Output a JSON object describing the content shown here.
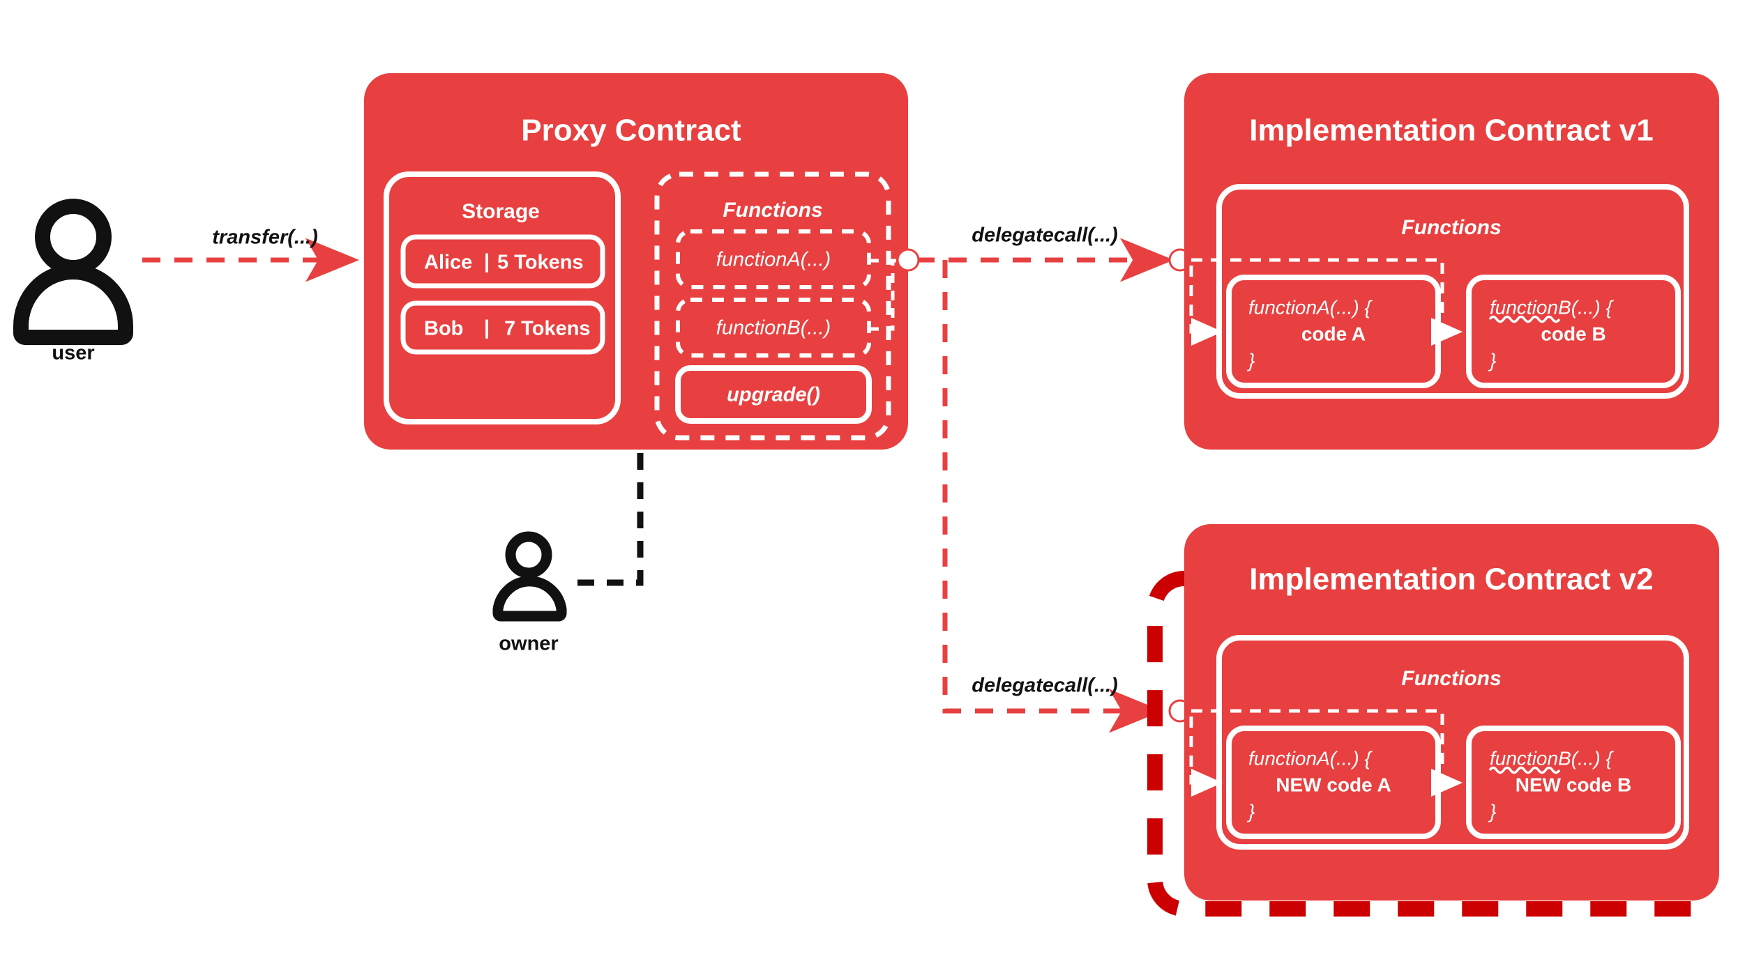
{
  "colors": {
    "brand_red": "#E84040",
    "highlight_red": "#CC0000",
    "white": "#FFFFFF",
    "black": "#111111",
    "background": "#FFFFFF"
  },
  "actors": [
    {
      "id": "user",
      "label": "user",
      "icon": "person-icon"
    },
    {
      "id": "owner",
      "label": "owner",
      "icon": "person-icon"
    }
  ],
  "edges": [
    {
      "id": "transfer",
      "label": "transfer(...)",
      "style": "dashed-red",
      "from": "user",
      "to": "proxy-contract"
    },
    {
      "id": "delegatecall-v1",
      "label": "delegatecall(...)",
      "style": "dashed-red",
      "from": "proxy-contract",
      "to": "implementation-v1"
    },
    {
      "id": "delegatecall-v2",
      "label": "delegatecall(...)",
      "style": "dashed-red",
      "from": "proxy-contract",
      "to": "implementation-v2"
    },
    {
      "id": "upgrade-call",
      "label": "",
      "style": "dashed-black",
      "from": "owner",
      "to": "upgrade-function"
    }
  ],
  "proxy": {
    "title": "Proxy Contract",
    "storage": {
      "title": "Storage",
      "rows": [
        {
          "name": "Alice",
          "sep": "|",
          "value": "5 Tokens"
        },
        {
          "name": "Bob",
          "sep": "|",
          "value": "7 Tokens"
        }
      ]
    },
    "functions": {
      "title": "Functions",
      "items": [
        {
          "label": "functionA(...)",
          "style": "dashed"
        },
        {
          "label": "functionB(...)",
          "style": "dashed",
          "spellcheck_underline": true
        },
        {
          "label": "upgrade()",
          "style": "solid"
        }
      ]
    }
  },
  "implementations": [
    {
      "id": "implementation-v1",
      "title": "Implementation Contract v1",
      "highlighted": false,
      "functions": {
        "title": "Functions",
        "items": [
          {
            "signature": "functionA(...) {",
            "body": "code A",
            "close": "}",
            "spellcheck_underline": false
          },
          {
            "signature": "functionB(...) {",
            "body": "code B",
            "close": "}",
            "spellcheck_underline": true
          }
        ]
      }
    },
    {
      "id": "implementation-v2",
      "title": "Implementation Contract v2",
      "highlighted": true,
      "functions": {
        "title": "Functions",
        "items": [
          {
            "signature": "functionA(...) {",
            "body": "NEW code A",
            "close": "}",
            "spellcheck_underline": false
          },
          {
            "signature": "functionB(...) {",
            "body": "NEW code B",
            "close": "}",
            "spellcheck_underline": true
          }
        ]
      }
    }
  ]
}
